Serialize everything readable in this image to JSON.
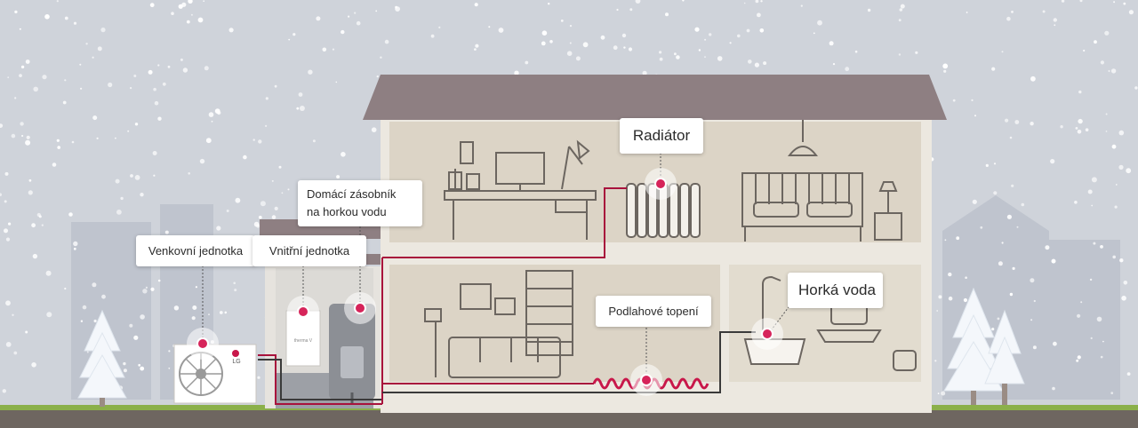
{
  "labels": {
    "outdoor_unit": "Venkovní jednotka",
    "indoor_unit": "Vnitřní jednotka",
    "hot_water_tank_line1": "Domácí zásobník",
    "hot_water_tank_line2": "na horkou vodu",
    "radiator": "Radiátor",
    "floor_heating": "Podlahové topení",
    "hot_water": "Horká voda"
  },
  "brand": {
    "logo_text": "LG",
    "accent": "#c8174a"
  },
  "colors": {
    "sky": "#cfd3da",
    "ground": "#6e6660",
    "grass": "#8bb04a",
    "wall": "#e9e4da",
    "room": "#dcd4c6",
    "roof": "#8e7f82",
    "pipe_red": "#a8123c",
    "pipe_dark": "#3a3a3a",
    "accent": "#d6245a"
  },
  "icons": [
    "outdoor-unit-fan-icon",
    "indoor-unit-icon",
    "water-tank-icon",
    "radiator-icon",
    "floor-heating-coil-icon",
    "bathtub-icon",
    "shower-icon",
    "bed-icon",
    "desk-icon",
    "sofa-icon",
    "bookshelf-icon",
    "pendant-lamp-icon",
    "snow-tree-icon"
  ]
}
